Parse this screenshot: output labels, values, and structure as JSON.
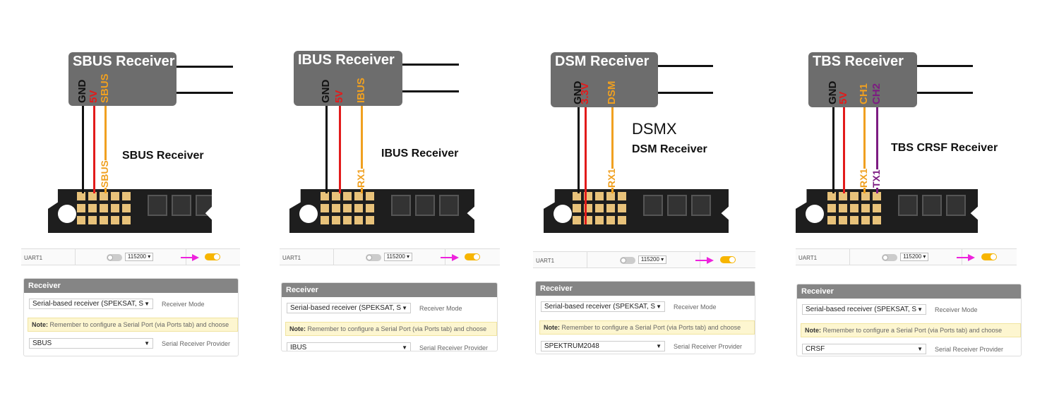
{
  "colors": {
    "gnd": "#111111",
    "power": "#e21b1b",
    "signal": "#f0a020",
    "tx": "#7d1b82",
    "receiver_box": "#6d6d6d",
    "toggle_on": "#f7b500",
    "arrow": "#ee22dd",
    "pad": "#e8c27a"
  },
  "panels": [
    {
      "title": "SBUS Receiver",
      "pins": [
        {
          "label": "GND",
          "role": "gnd"
        },
        {
          "label": "5V",
          "role": "power"
        },
        {
          "label": "SBUS",
          "role": "signal",
          "board_label": "SBUS"
        }
      ],
      "caption_big": "",
      "caption": "SBUS Receiver",
      "uart": {
        "port": "UART1",
        "baud": "115200",
        "serial_rx_enabled": true
      },
      "receiver": {
        "header": "Receiver",
        "mode": "Serial-based receiver (SPEKSAT, S",
        "mode_label": "Receiver Mode",
        "note_bold": "Note:",
        "note": " Remember to configure a Serial Port (via Ports tab) and choose",
        "provider": "SBUS",
        "provider_label": "Serial Receiver Provider"
      }
    },
    {
      "title": "IBUS Receiver",
      "pins": [
        {
          "label": "GND",
          "role": "gnd"
        },
        {
          "label": "5V",
          "role": "power"
        },
        {
          "label": "IBUS",
          "role": "signal",
          "board_label": "RX1"
        }
      ],
      "caption_big": "",
      "caption": "IBUS Receiver",
      "uart": {
        "port": "UART1",
        "baud": "115200",
        "serial_rx_enabled": true
      },
      "receiver": {
        "header": "Receiver",
        "mode": "Serial-based receiver (SPEKSAT, S",
        "mode_label": "Receiver Mode",
        "note_bold": "Note:",
        "note": " Remember to configure a Serial Port (via Ports tab) and choose",
        "provider": "IBUS",
        "provider_label": "Serial Receiver Provider"
      }
    },
    {
      "title": "DSM Receiver",
      "pins": [
        {
          "label": "GND",
          "role": "gnd"
        },
        {
          "label": "3.3V",
          "role": "power"
        },
        {
          "label": "DSM",
          "role": "signal",
          "board_label": "RX1"
        }
      ],
      "caption_big": "DSMX",
      "caption": "DSM Receiver",
      "uart": {
        "port": "UART1",
        "baud": "115200",
        "serial_rx_enabled": true
      },
      "receiver": {
        "header": "Receiver",
        "mode": "Serial-based receiver (SPEKSAT, S",
        "mode_label": "Receiver Mode",
        "note_bold": "Note:",
        "note": " Remember to configure a Serial Port (via Ports tab) and choose",
        "provider": "SPEKTRUM2048",
        "provider_label": "Serial Receiver Provider"
      }
    },
    {
      "title": "TBS Receiver",
      "pins": [
        {
          "label": "GND",
          "role": "gnd"
        },
        {
          "label": "5V",
          "role": "power"
        },
        {
          "label": "CH1",
          "role": "signal",
          "board_label": "RX1"
        },
        {
          "label": "CH2",
          "role": "tx",
          "board_label": "TX1"
        }
      ],
      "caption_big": "",
      "caption": "TBS CRSF Receiver",
      "uart": {
        "port": "UART1",
        "baud": "115200",
        "serial_rx_enabled": true
      },
      "receiver": {
        "header": "Receiver",
        "mode": "Serial-based receiver (SPEKSAT, S",
        "mode_label": "Receiver Mode",
        "note_bold": "Note:",
        "note": " Remember to configure a Serial Port (via Ports tab) and choose",
        "provider": "CRSF",
        "provider_label": "Serial Receiver Provider"
      }
    }
  ]
}
